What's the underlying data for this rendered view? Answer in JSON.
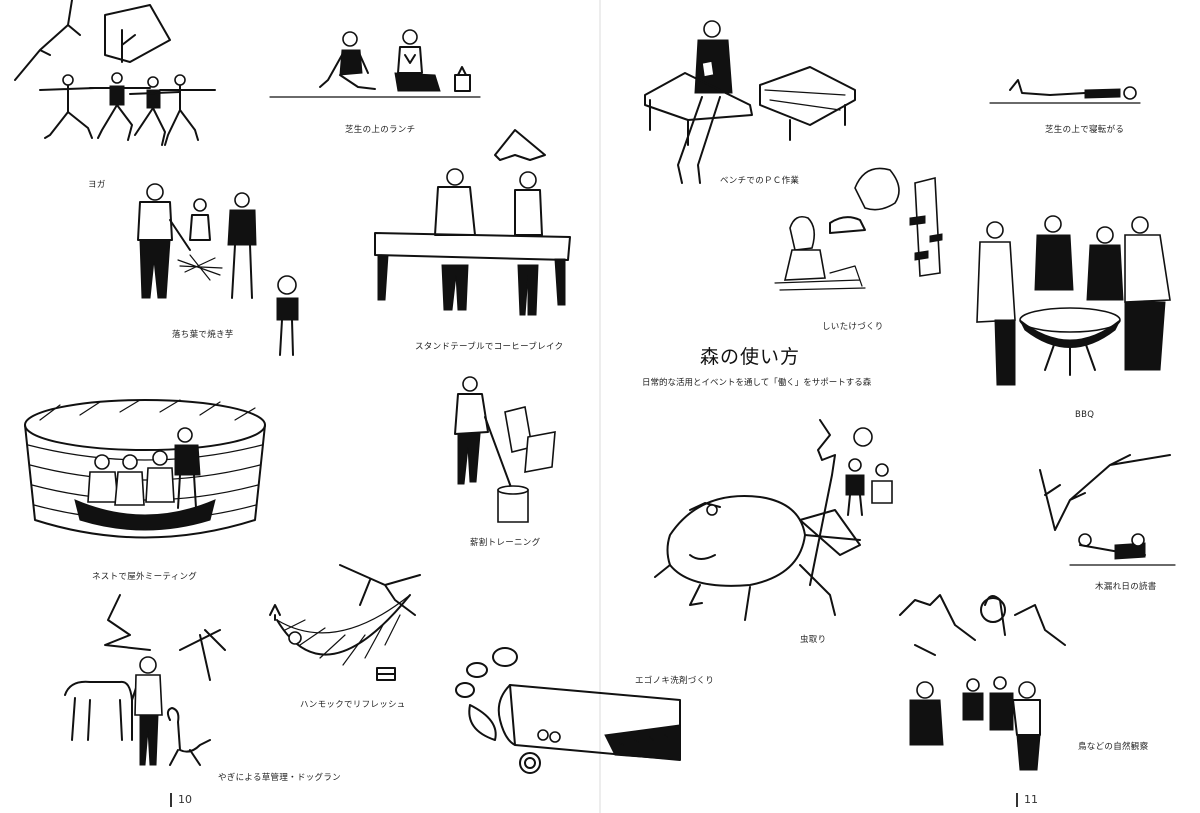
{
  "spread": {
    "title": "森の使い方",
    "subtitle": "日常的な活用とイベントを通して「働く」をサポートする森",
    "page_numbers": {
      "left": "10",
      "right": "11"
    }
  },
  "activities": {
    "yoga": "ヨガ",
    "lawn_lunch": "芝生の上のランチ",
    "bench_pc": "ベンチでのＰＣ作業",
    "lawn_lying": "芝生の上で寝転がる",
    "leaf_potato": "落ち葉で焼き芋",
    "standing_table": "スタンドテーブルでコーヒーブレイク",
    "shiitake": "しいたけづくり",
    "bbq": "BBQ",
    "nest_meeting": "ネストで屋外ミーティング",
    "firewood": "薪割トレーニング",
    "bug_catching": "虫取り",
    "sunlight_reading": "木漏れ日の読書",
    "hammock": "ハンモックでリフレッシュ",
    "egonoki": "エゴノキ洗剤づくり",
    "goat_dogrun": "やぎによる草管理・ドッグラン",
    "bird_watching": "鳥などの自然観察"
  }
}
